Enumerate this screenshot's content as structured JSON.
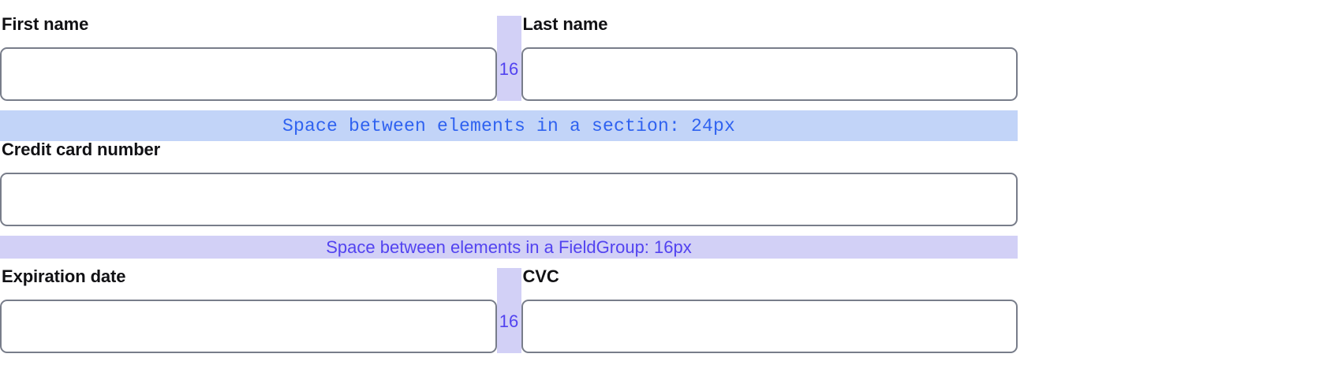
{
  "form": {
    "rows": [
      {
        "kind": "pair",
        "left": {
          "label": "First name",
          "value": "",
          "placeholder": ""
        },
        "right": {
          "label": "Last name",
          "value": "",
          "placeholder": ""
        },
        "gap": {
          "value": "16"
        }
      },
      {
        "kind": "single",
        "field": {
          "label": "Credit card number",
          "value": "",
          "placeholder": ""
        }
      },
      {
        "kind": "pair",
        "left": {
          "label": "Expiration date",
          "value": "",
          "placeholder": ""
        },
        "right": {
          "label": "CVC",
          "value": "",
          "placeholder": ""
        },
        "gap": {
          "value": "16"
        }
      }
    ]
  },
  "annotations": {
    "section_spacing": {
      "text": "Space between elements in a section: 24px",
      "text_color": "#2f62f0",
      "band_color": "#c2d4f8"
    },
    "fieldgroup_spacing": {
      "text": "Space between elements in a FieldGroup: 16px",
      "text_color": "#5243f0",
      "band_color": "#d2d0f6"
    },
    "column_gap": {
      "value": "16",
      "text_color": "#5243f0",
      "band_color": "#d2d0f6"
    }
  },
  "theme": {
    "input_border": "#787d8a",
    "label_color": "#111114",
    "page_background": "#ffffff"
  }
}
